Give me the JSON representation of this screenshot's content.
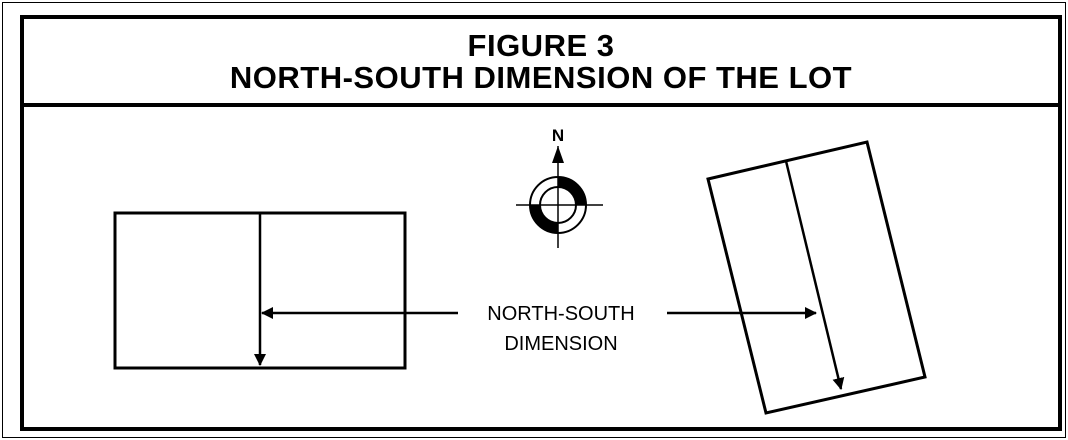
{
  "figure": {
    "number_label": "FIGURE 3",
    "title": "NORTH-SOUTH DIMENSION OF THE LOT"
  },
  "compass": {
    "north_label": "N",
    "icon": "north-arrow-compass-icon"
  },
  "annotation": {
    "line1": "NORTH-SOUTH",
    "line2": "DIMENSION"
  },
  "colors": {
    "ink": "#000000",
    "paper": "#ffffff"
  }
}
